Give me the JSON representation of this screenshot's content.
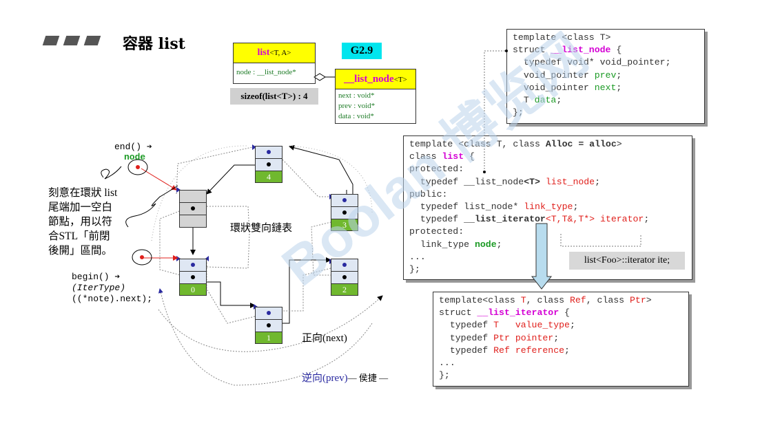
{
  "title": "容器 list",
  "version_badge": "G2.9",
  "list_class": {
    "name": "list",
    "template": "<T, A>",
    "member": "node : __list_node*",
    "sizeof": "sizeof(list<T>) : 4"
  },
  "list_node_class": {
    "name": "__list_node",
    "template": "<T>",
    "members": [
      "next : void*",
      "prev : void*",
      "data : void*"
    ]
  },
  "code_list_node": [
    "template <class T>",
    "struct __list_node {",
    "  typedef void* void_pointer;",
    "  void_pointer prev;",
    "  void_pointer next;",
    "  T data;",
    "};"
  ],
  "code_list": [
    "template <class T, class Alloc = alloc>",
    "class list {",
    "protected:",
    "  typedef __list_node<T> list_node;",
    "public:",
    "  typedef list_node* link_type;",
    "  typedef __list_iterator<T,T&,T*> iterator;",
    "protected:",
    "  link_type node;",
    "...",
    "};"
  ],
  "code_iterator": [
    "template<class T, class Ref, class Ptr>",
    "struct __list_iterator {",
    "  typedef T   value_type;",
    "  typedef Ptr pointer;",
    "  typedef Ref reference;",
    "...",
    "};"
  ],
  "iterator_label": "list<Foo>::iterator ite;",
  "end_label": "end()",
  "end_node": "node",
  "begin_label": "begin()",
  "begin_line2": "(IterType)",
  "begin_line3": "((*note).next);",
  "note_lines": [
    "刻意在環狀 list",
    "尾端加一空白",
    "節點，用以符",
    "合STL「前閉",
    "後開」區間。"
  ],
  "ring_label": "環狀雙向鏈表",
  "forward_label": "正向(next)",
  "backward_label": "逆向(prev)",
  "author_label": "— 侯捷 —",
  "node_labels": [
    "0",
    "1",
    "2",
    "3",
    "4"
  ],
  "watermark": "Boolan 博览网",
  "colors": {
    "accent_pink": "#d400d4",
    "node_green": "#70b82e",
    "uml_yellow": "#ffff00",
    "badge_cyan": "#00e5ee"
  }
}
